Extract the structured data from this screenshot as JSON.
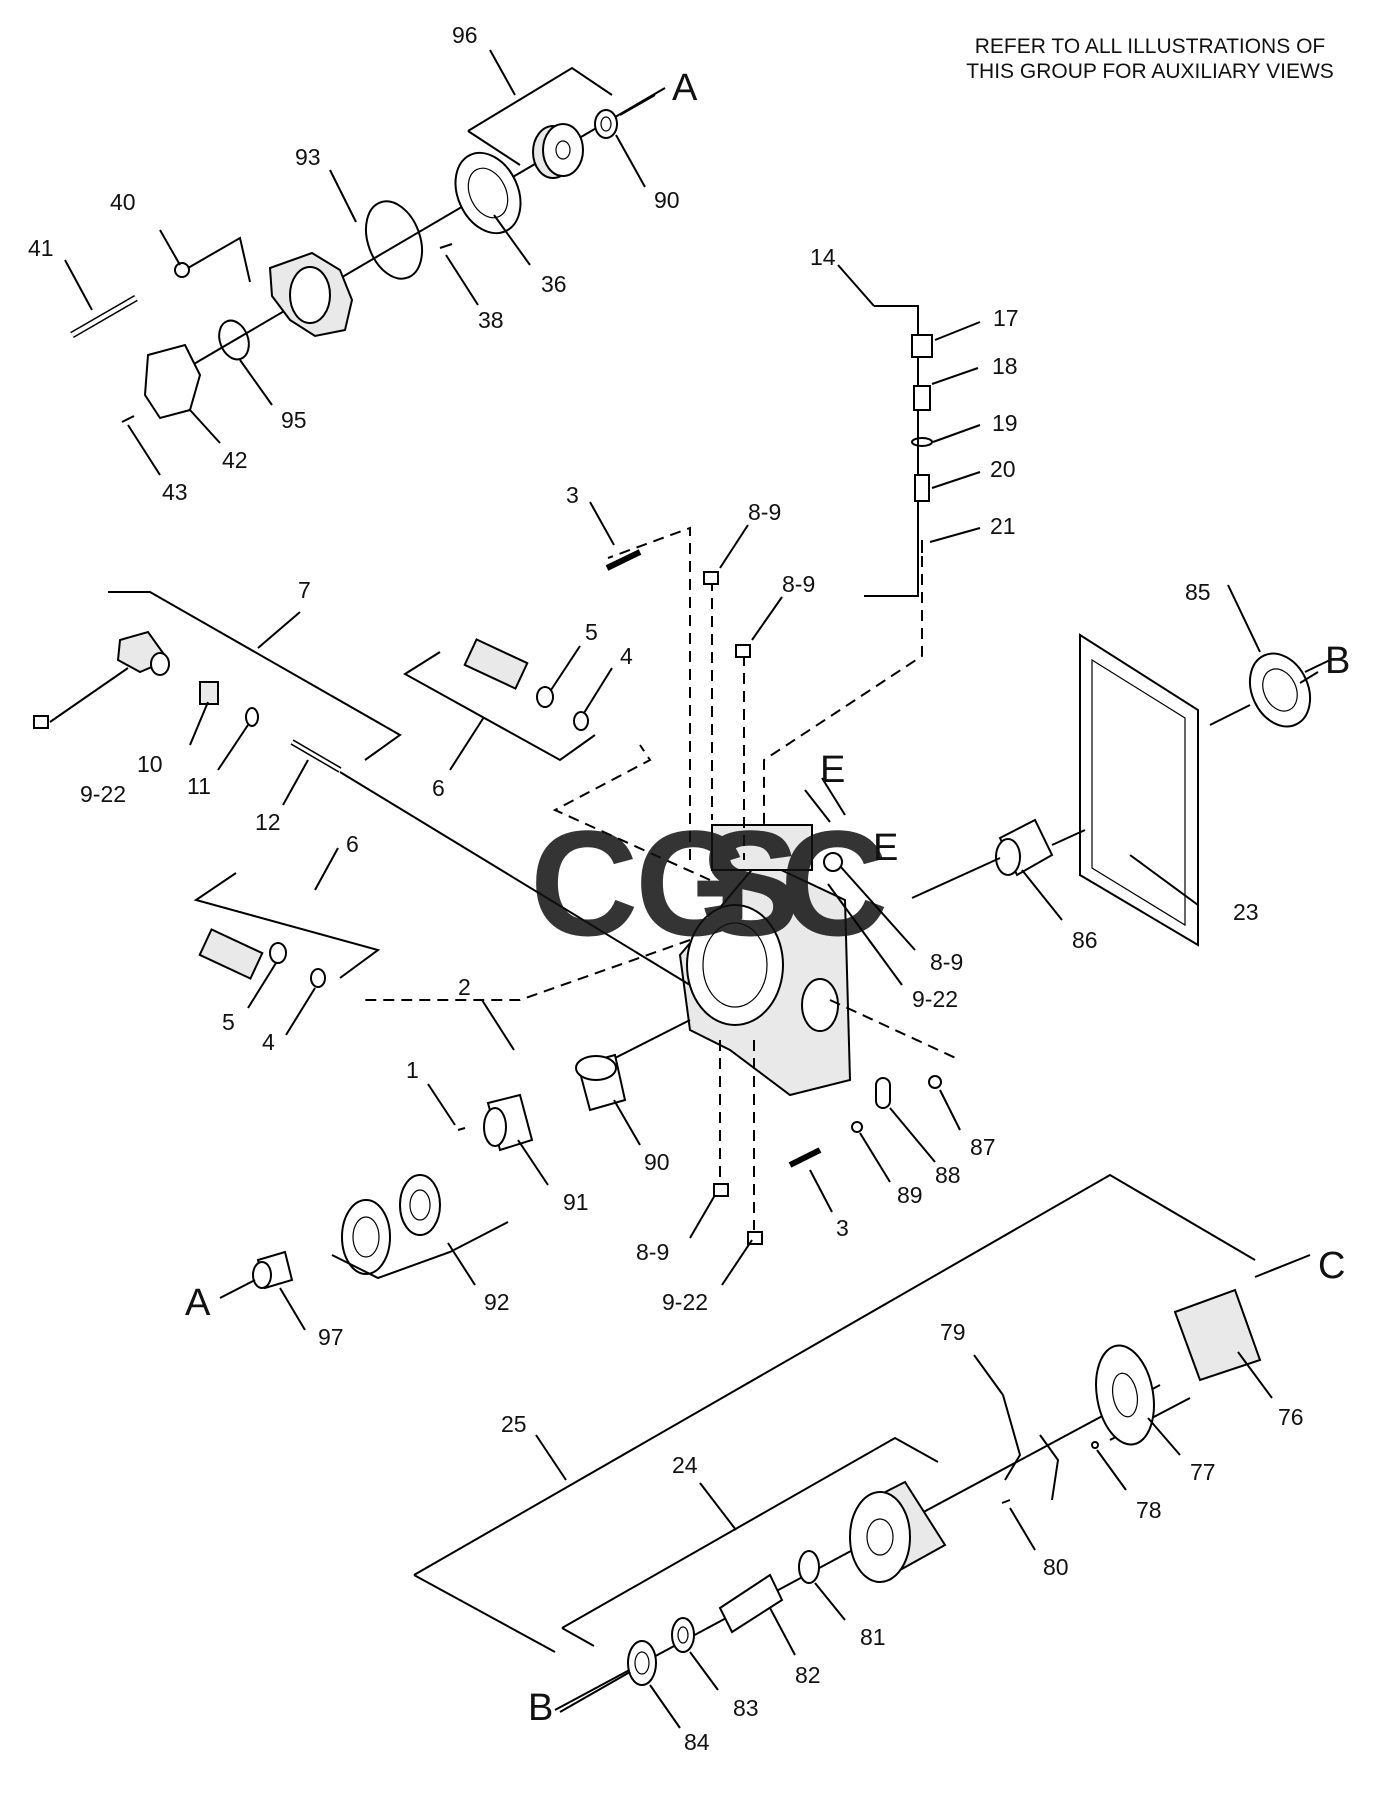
{
  "note": {
    "line1": "REFER TO ALL ILLUSTRATIONS OF",
    "line2": "THIS GROUP FOR AUXILIARY VIEWS"
  },
  "watermark": {
    "letters": [
      "C",
      "G",
      "S",
      "C"
    ],
    "colors": [
      "#4f8ff7",
      "#f28b82",
      "#f6cd45",
      "#5fbf8b"
    ]
  },
  "view_markers": {
    "a_top": "A",
    "a_bottom": "A",
    "b_right": "B",
    "b_bottom": "B",
    "c": "C",
    "e1": "E",
    "e2": "E"
  },
  "callouts": {
    "p96": "96",
    "p93": "93",
    "p90_top": "90",
    "p40": "40",
    "p41": "41",
    "p36": "36",
    "p38": "38",
    "p95": "95",
    "p42": "42",
    "p43": "43",
    "p14": "14",
    "p17": "17",
    "p18": "18",
    "p19": "19",
    "p20": "20",
    "p21": "21",
    "p3_top": "3",
    "p8_9_a": "8-9",
    "p8_9_b": "8-9",
    "p7": "7",
    "p5_top": "5",
    "p4_top": "4",
    "p6_top": "6",
    "p9_22_left": "9-22",
    "p10": "10",
    "p11": "11",
    "p12": "12",
    "p6_left": "6",
    "p5_left": "5",
    "p4_left": "4",
    "p85": "85",
    "p86": "86",
    "p23": "23",
    "p8_9_c": "8-9",
    "p9_22_c": "9-22",
    "p2": "2",
    "p1": "1",
    "p90_mid": "90",
    "p91": "91",
    "p87": "87",
    "p88": "88",
    "p89": "89",
    "p3_bottom": "3",
    "p8_9_d": "8-9",
    "p9_22_d": "9-22",
    "p92": "92",
    "p97": "97",
    "p25": "25",
    "p24": "24",
    "p79": "79",
    "p76": "76",
    "p77": "77",
    "p78": "78",
    "p80": "80",
    "p81": "81",
    "p82": "82",
    "p83": "83",
    "p84": "84"
  }
}
